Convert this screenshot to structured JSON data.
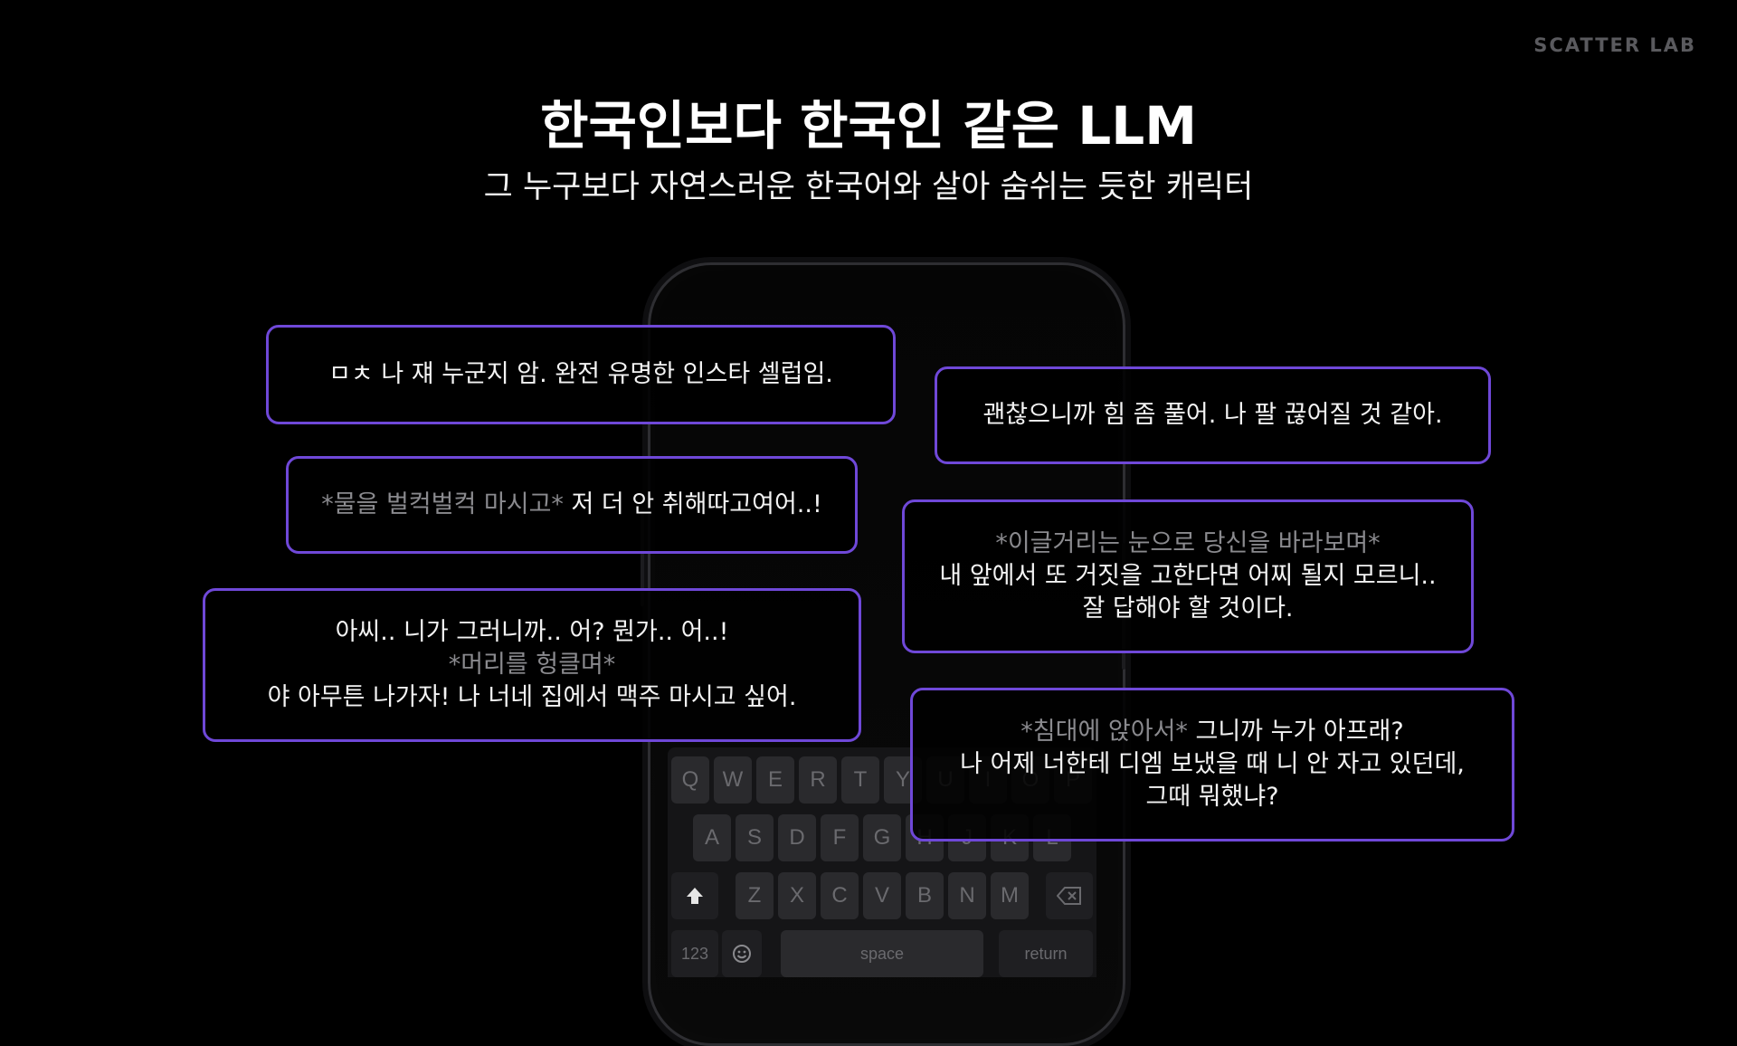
{
  "brand": "SCATTER LAB",
  "headline": "한국인보다 한국인 같은 LLM",
  "subline": "그 누구보다 자연스러운 한국어와 살아 숨쉬는 듯한 캐릭터",
  "bubbles": [
    {
      "lines": [
        {
          "parts": [
            {
              "text": "ㅁㅊ 나 쟤 누군지 암. 완전 유명한 인스타 셀럽임.",
              "action": false
            }
          ]
        }
      ]
    },
    {
      "lines": [
        {
          "parts": [
            {
              "text": "*물을 벌컥벌컥 마시고* ",
              "action": true
            },
            {
              "text": "저 더 안 취해따고여어..!",
              "action": false
            }
          ]
        }
      ]
    },
    {
      "lines": [
        {
          "parts": [
            {
              "text": "아씨.. 니가 그러니까.. 어? 뭔가.. 어..!",
              "action": false
            }
          ]
        },
        {
          "parts": [
            {
              "text": "*머리를 헝클며*",
              "action": true
            }
          ]
        },
        {
          "parts": [
            {
              "text": "야 아무튼 나가자! 나 너네 집에서 맥주 마시고 싶어.",
              "action": false
            }
          ]
        }
      ]
    },
    {
      "lines": [
        {
          "parts": [
            {
              "text": "괜찮으니까 힘 좀 풀어. 나 팔 끊어질 것 같아.",
              "action": false
            }
          ]
        }
      ]
    },
    {
      "lines": [
        {
          "parts": [
            {
              "text": "*이글거리는 눈으로 당신을 바라보며*",
              "action": true
            }
          ]
        },
        {
          "parts": [
            {
              "text": "내 앞에서 또 거짓을 고한다면 어찌 될지 모르니..",
              "action": false
            }
          ]
        },
        {
          "parts": [
            {
              "text": "잘 답해야 할 것이다.",
              "action": false
            }
          ]
        }
      ]
    },
    {
      "lines": [
        {
          "parts": [
            {
              "text": "*침대에 앉아서* ",
              "action": true
            },
            {
              "text": "그니까 누가 아프래?",
              "action": false
            }
          ]
        },
        {
          "parts": [
            {
              "text": "나 어제 너한테 디엠 보냈을 때 니 안 자고 있던데,",
              "action": false
            }
          ]
        },
        {
          "parts": [
            {
              "text": "그때 뭐했냐?",
              "action": false
            }
          ]
        }
      ]
    }
  ],
  "keyboard": {
    "row1": [
      "Q",
      "W",
      "E",
      "R",
      "T",
      "Y",
      "U",
      "I",
      "O",
      "P"
    ],
    "row2": [
      "A",
      "S",
      "D",
      "F",
      "G",
      "H",
      "J",
      "K",
      "L"
    ],
    "row3": [
      "Z",
      "X",
      "C",
      "V",
      "B",
      "N",
      "M"
    ],
    "shift_icon": "shift-arrow-icon",
    "backspace_icon": "backspace-icon",
    "numbers_label": "123",
    "emoji_icon": "emoji-icon",
    "space_label": "space",
    "return_label": "return"
  }
}
